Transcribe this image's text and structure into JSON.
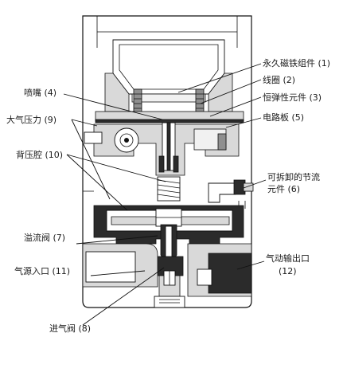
{
  "labels": {
    "permanent_magnet": "永久磁铁组件 (1)",
    "coil": "线圈 (2)",
    "elastic_element": "恒弹性元件 (3)",
    "circuit_board": "电路板 (5)",
    "nozzle": "喷嘴 (4)",
    "atmospheric_pressure": "大气压力 (9)",
    "back_pressure_chamber": "背压腔 (10)",
    "removable_throttle_line1": "可拆卸的节流",
    "removable_throttle_line2": "元件 (6)",
    "overflow_valve": "溢流阀 (7)",
    "air_supply_inlet": "气源入口 (11)",
    "pneumatic_outlet_line1": "气动输出口",
    "pneumatic_outlet_line2": "(12)",
    "inlet_valve": "进气阀 (8)"
  }
}
